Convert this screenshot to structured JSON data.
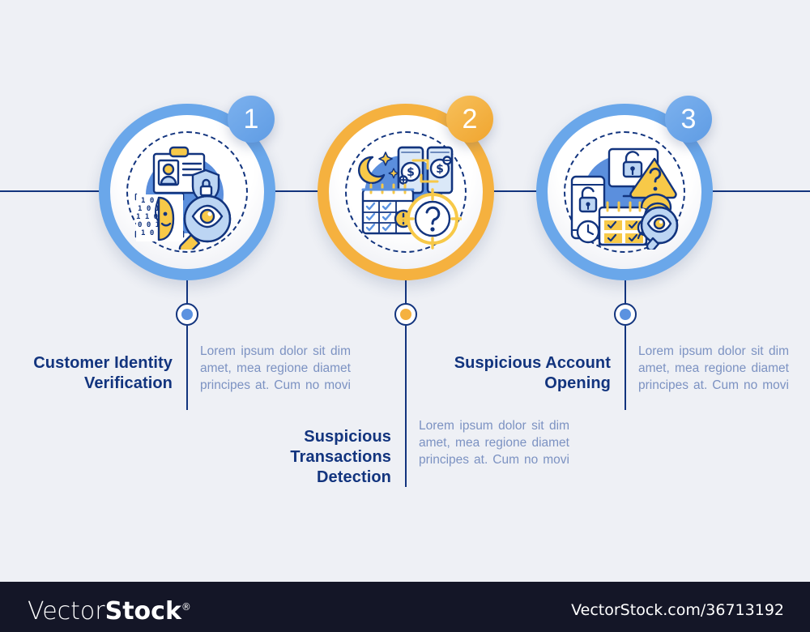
{
  "background_color": "#eef0f5",
  "colors": {
    "navy": "#12347e",
    "blue": "#6aa7ea",
    "orange": "#f5b13f",
    "icon_blob": "#5b8fdd",
    "body_text": "#7c92c2",
    "badge_text": "#ffffff",
    "footer_bar": "#141627"
  },
  "body_text_common": "Lorem ipsum dolor sit dim amet, mea regione diamet principes at. Cum no movi",
  "steps": [
    {
      "number": "1",
      "accent": "blue",
      "title": "Customer Identity Verification",
      "body": "Lorem ipsum dolor sit dim amet, mea regione diamet principes at. Cum no movi",
      "icons": [
        "id-card-icon",
        "portrait-photo-icon",
        "shield-lock-icon",
        "face-scan-binary-icon",
        "magnifier-eye-icon"
      ]
    },
    {
      "number": "2",
      "accent": "orange",
      "title": "Suspicious Transactions Detection",
      "body": "Lorem ipsum dolor sit dim amet, mea regione diamet principes at. Cum no movi",
      "icons": [
        "moon-stars-icon",
        "calendar-check-icon",
        "phone-money-transfer-icon",
        "question-target-icon"
      ]
    },
    {
      "number": "3",
      "accent": "blue",
      "title": "Suspicious Account Opening",
      "body": "Lorem ipsum dolor sit dim amet, mea regione diamet principes at. Cum no movi",
      "icons": [
        "phone-unlock-icon",
        "monitor-unlock-icon",
        "warning-question-icon",
        "calendar-check-icon",
        "person-magnifier-eye-icon"
      ]
    }
  ],
  "watermark": {
    "logo_thin": "Vector",
    "logo_bold": "Stock",
    "logo_mark": "®",
    "url": "VectorStock.com/36713192"
  }
}
